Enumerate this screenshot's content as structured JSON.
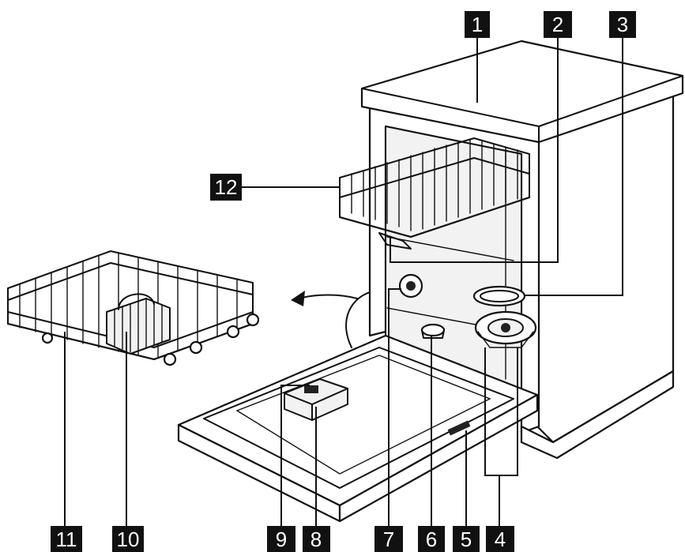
{
  "callouts": [
    {
      "id": "1",
      "text": "1"
    },
    {
      "id": "2",
      "text": "2"
    },
    {
      "id": "3",
      "text": "3"
    },
    {
      "id": "4",
      "text": "4"
    },
    {
      "id": "5",
      "text": "5"
    },
    {
      "id": "6",
      "text": "6"
    },
    {
      "id": "7",
      "text": "7"
    },
    {
      "id": "8",
      "text": "8"
    },
    {
      "id": "9",
      "text": "9"
    },
    {
      "id": "10",
      "text": "10"
    },
    {
      "id": "11",
      "text": "11"
    },
    {
      "id": "12",
      "text": "12"
    }
  ],
  "colors": {
    "ink": "#111111",
    "label_bg": "#111111",
    "label_text": "#ffffff"
  }
}
